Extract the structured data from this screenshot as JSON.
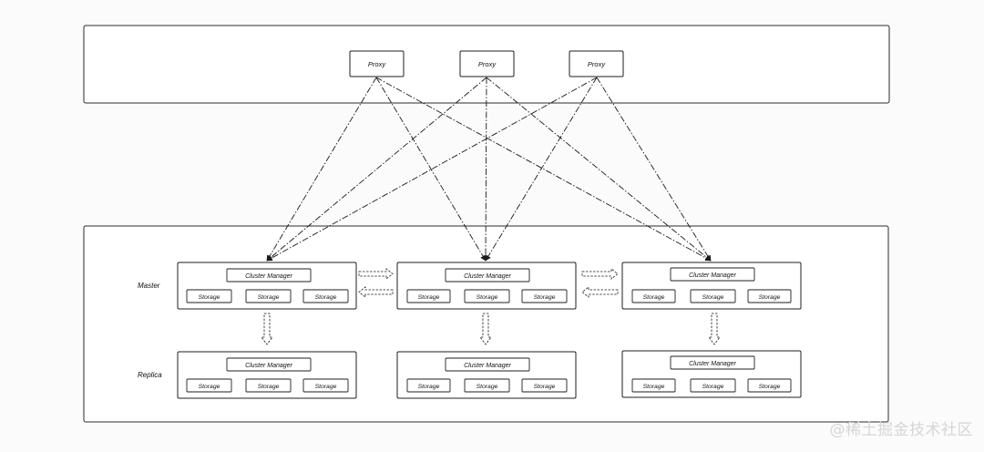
{
  "proxy_layer": {
    "proxies": [
      "Proxy",
      "Proxy",
      "Proxy"
    ]
  },
  "storage_layer": {
    "roles": {
      "master": "Master",
      "replica": "Replica"
    },
    "groups": [
      {
        "master": {
          "manager": "Cluster Manager",
          "storages": [
            "Storage",
            "Storage",
            "Storage"
          ]
        },
        "replica": {
          "manager": "Cluster Manager",
          "storages": [
            "Storage",
            "Storage",
            "Storage"
          ]
        }
      },
      {
        "master": {
          "manager": "Cluster Manager",
          "storages": [
            "Storage",
            "Storage",
            "Storage"
          ]
        },
        "replica": {
          "manager": "Cluster Manager",
          "storages": [
            "Storage",
            "Storage",
            "Storage"
          ]
        }
      },
      {
        "master": {
          "manager": "Cluster Manager",
          "storages": [
            "Storage",
            "Storage",
            "Storage"
          ]
        },
        "replica": {
          "manager": "Cluster Manager",
          "storages": [
            "Storage",
            "Storage",
            "Storage"
          ]
        }
      }
    ]
  },
  "watermark": "@稀土掘金技术社区"
}
